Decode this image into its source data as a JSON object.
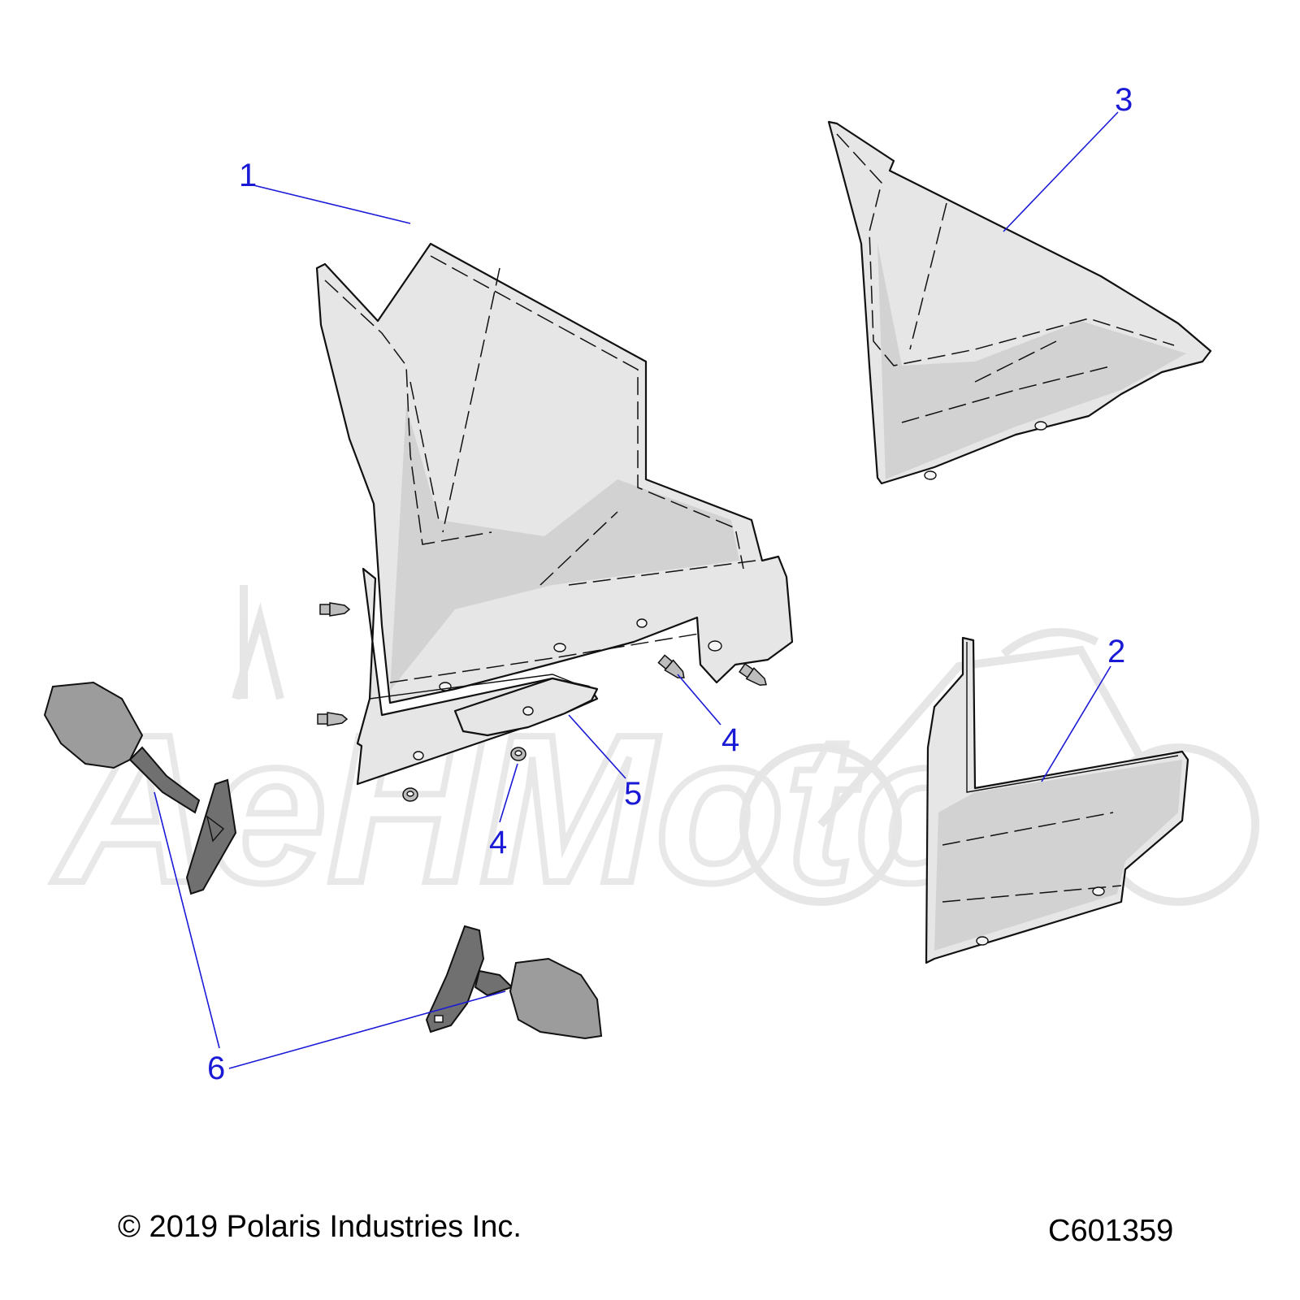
{
  "diagram": {
    "callouts": [
      {
        "id": "1",
        "label": "1"
      },
      {
        "id": "2",
        "label": "2"
      },
      {
        "id": "3",
        "label": "3"
      },
      {
        "id": "4a",
        "label": "4"
      },
      {
        "id": "4b",
        "label": "4"
      },
      {
        "id": "5",
        "label": "5"
      },
      {
        "id": "6",
        "label": "6"
      }
    ],
    "footer": {
      "copyright": "© 2019 Polaris Industries Inc.",
      "figure_code": "C601359"
    },
    "watermark": {
      "text": "AeHMoto"
    }
  }
}
